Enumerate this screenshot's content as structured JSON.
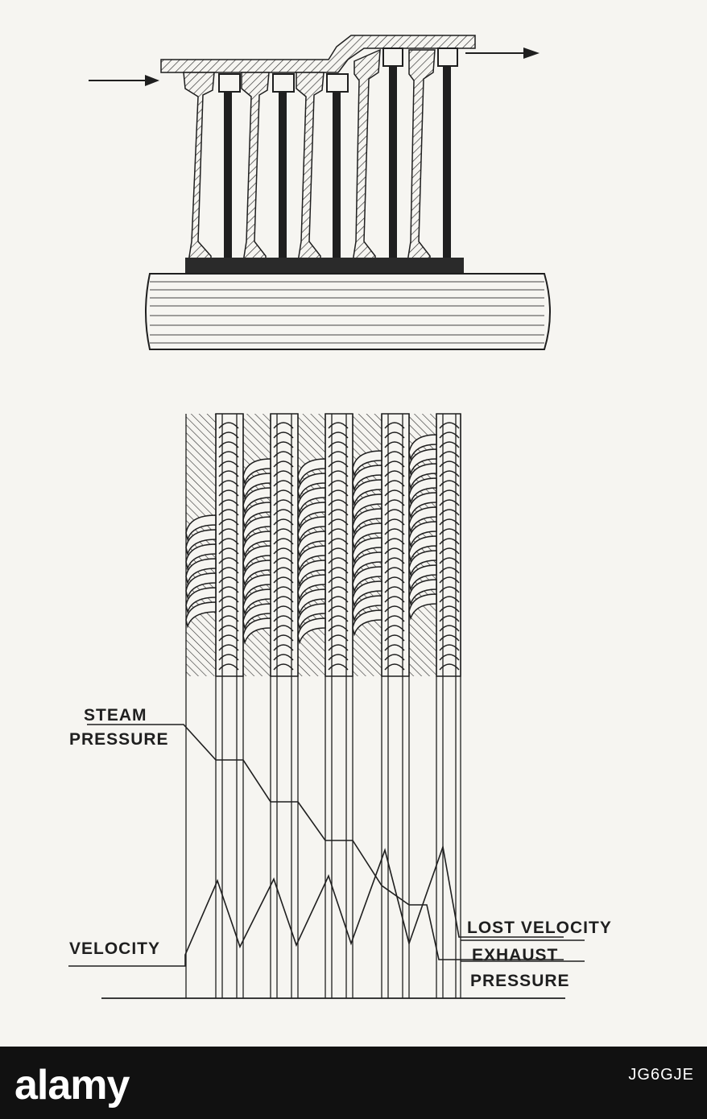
{
  "labels": {
    "steam_pressure_line1": "STEAM",
    "steam_pressure_line2": "PRESSURE",
    "velocity": "VELOCITY",
    "lost_velocity": "LOST VELOCITY",
    "exhaust": "EXHAUST",
    "exhaust_pressure": "PRESSURE"
  },
  "watermark": {
    "logo": "alamy",
    "image_id": "JG6GJE"
  },
  "colors": {
    "ink": "#1f1f1f",
    "paper": "#f6f5f1",
    "watermark_bar": "#111111"
  }
}
